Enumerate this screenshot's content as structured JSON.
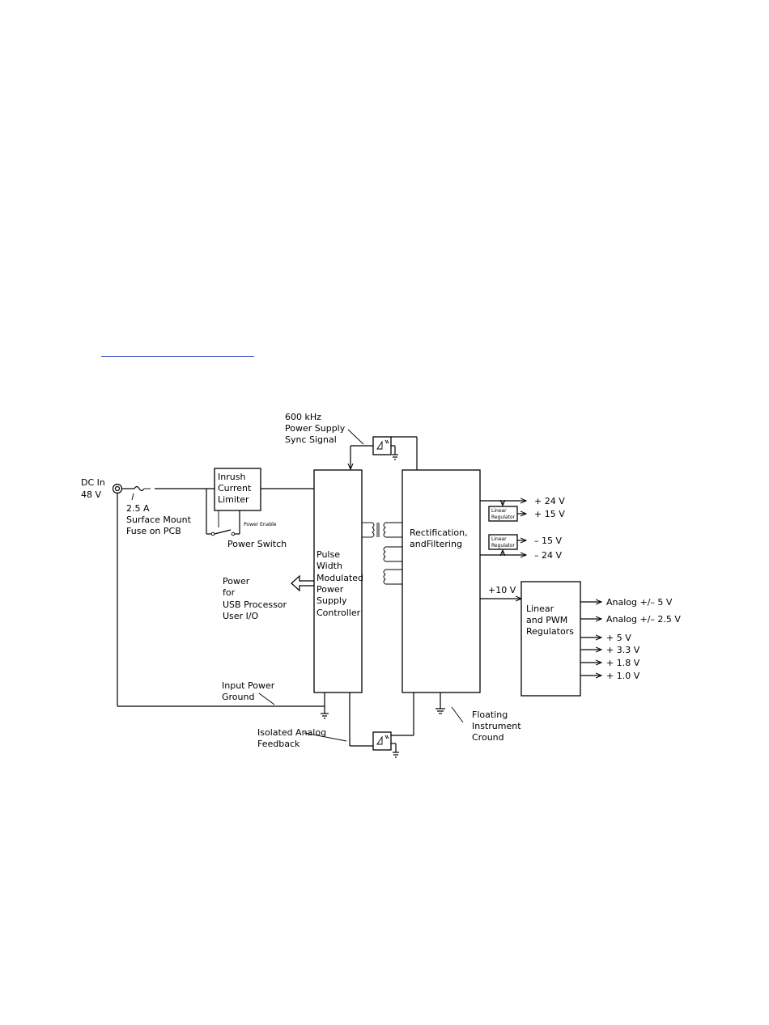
{
  "diagram": {
    "dc_in": "DC In",
    "dc_voltage": "48 V",
    "fuse_rating": "2.5 A",
    "fuse_desc_1": "Surface Mount",
    "fuse_desc_2": "Fuse on PCB",
    "inrush_1": "Inrush",
    "inrush_2": "Current",
    "inrush_3": "Limiter",
    "power_enable": "Power Enable",
    "power_switch": "Power Switch",
    "sync_1": "600 kHz",
    "sync_2": "Power Supply",
    "sync_3": "Sync Signal",
    "pwm_1": "Pulse",
    "pwm_2": "Width",
    "pwm_3": "Modulated",
    "pwm_4": "Power",
    "pwm_5": "Supply",
    "pwm_6": "Controller",
    "power_out_1": "Power",
    "power_out_2": "for",
    "power_out_3": "USB Processor",
    "power_out_4": "User I/O",
    "rect_1": "Rectification,",
    "rect_2": "andFiltering",
    "out_p24": "+ 24 V",
    "out_p15": "+ 15 V",
    "out_m15": "– 15 V",
    "out_m24": "– 24 V",
    "linreg_1": "Linear",
    "linreg_2": "Regulator",
    "out_p10": "+10 V",
    "lpwm_1": "Linear",
    "lpwm_2": "and PWM",
    "lpwm_3": "Regulators",
    "out_a5": "Analog +/– 5 V",
    "out_a25": "Analog +/– 2.5 V",
    "out_5": "+ 5 V",
    "out_33": "+ 3.3 V",
    "out_18": "+ 1.8 V",
    "out_10": "+ 1.0 V",
    "ground_1": "Input Power",
    "ground_2": "Ground",
    "iso_1": "Isolated Analog",
    "iso_2": "Feedback",
    "float_1": "Floating",
    "float_2": "Instrument",
    "float_3": "Cround"
  }
}
